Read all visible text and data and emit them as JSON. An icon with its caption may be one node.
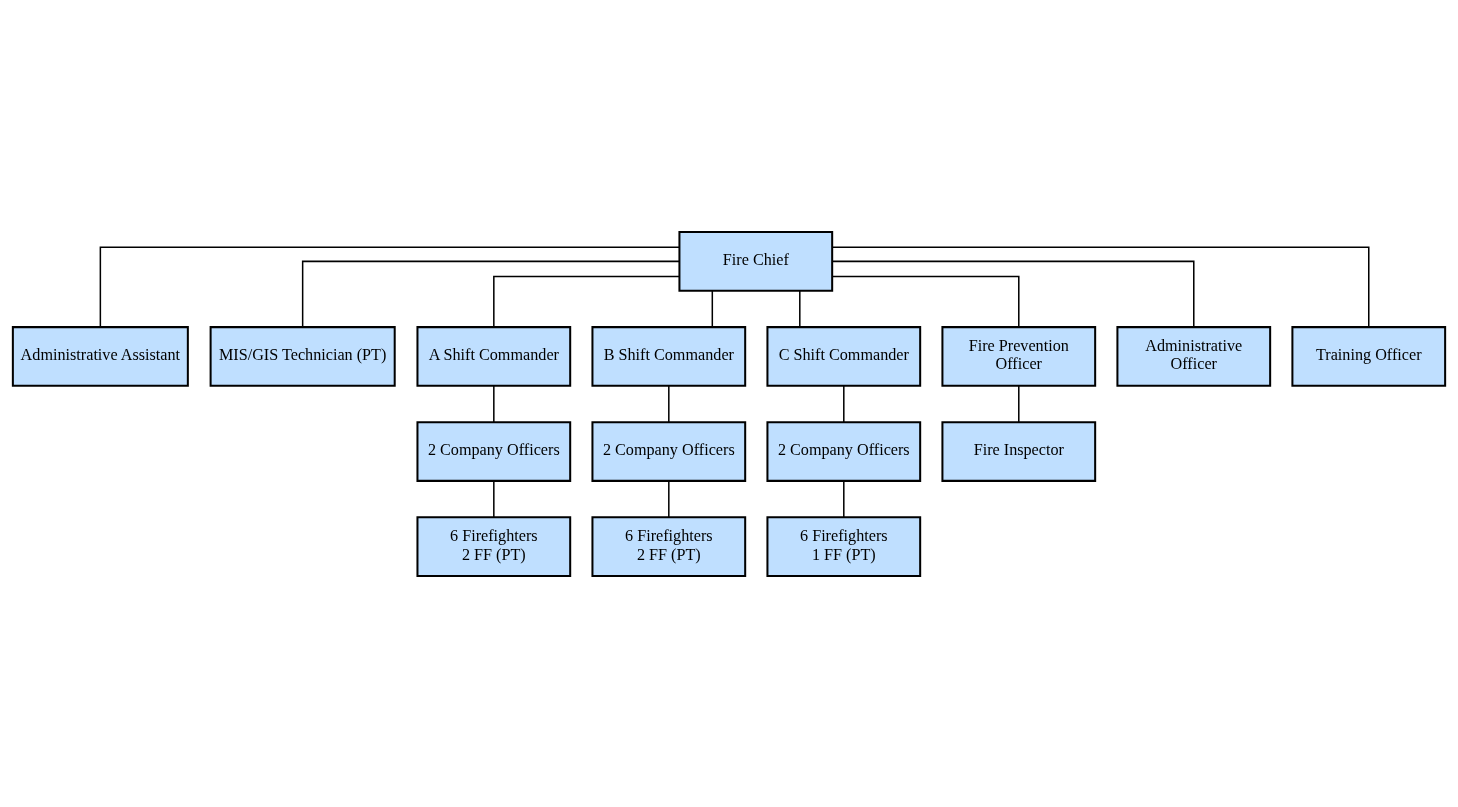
{
  "diagram": {
    "nodes": [
      {
        "text": [
          "Fire Chief"
        ]
      },
      {
        "text": [
          "Administrative Assistant"
        ]
      },
      {
        "text": [
          "MIS/GIS Technician (PT)"
        ]
      },
      {
        "text": [
          "A Shift Commander"
        ]
      },
      {
        "text": [
          "B Shift Commander"
        ]
      },
      {
        "text": [
          "C Shift Commander"
        ]
      },
      {
        "text": [
          "Fire Prevention Officer"
        ]
      },
      {
        "text": [
          "Administrative Officer"
        ]
      },
      {
        "text": [
          "Training Officer"
        ]
      },
      {
        "text": [
          "2 Company Officers"
        ]
      },
      {
        "text": [
          "2 Company Officers"
        ]
      },
      {
        "text": [
          "2 Company Officers"
        ]
      },
      {
        "text": [
          "Fire Inspector"
        ]
      },
      {
        "text": [
          "6 Firefighters",
          "2 FF (PT)"
        ]
      },
      {
        "text": [
          "6 Firefighters",
          "2 FF (PT)"
        ]
      },
      {
        "text": [
          "6 Firefighters",
          "1 FF (PT)"
        ]
      }
    ],
    "edges": [
      {
        "from": 0,
        "to": 1,
        "arrow": "none"
      },
      {
        "from": 0,
        "to": 2,
        "arrow": "none"
      },
      {
        "from": 0,
        "to": 3,
        "arrow": "none"
      },
      {
        "from": 0,
        "to": 4,
        "arrow": "none"
      },
      {
        "from": 0,
        "to": 5,
        "arrow": "none"
      },
      {
        "from": 0,
        "to": 6,
        "arrow": "none"
      },
      {
        "from": 0,
        "to": 7,
        "arrow": "none"
      },
      {
        "from": 0,
        "to": 8,
        "arrow": "none"
      },
      {
        "from": 3,
        "to": 9,
        "arrow": "none"
      },
      {
        "from": 4,
        "to": 10,
        "arrow": "none"
      },
      {
        "from": 5,
        "to": 11,
        "arrow": "none"
      },
      {
        "from": 6,
        "to": 12,
        "arrow": "none"
      },
      {
        "from": 9,
        "to": 13,
        "arrow": "none"
      },
      {
        "from": 10,
        "to": 14,
        "arrow": "none"
      },
      {
        "from": 11,
        "to": 15,
        "arrow": "none"
      }
    ]
  }
}
